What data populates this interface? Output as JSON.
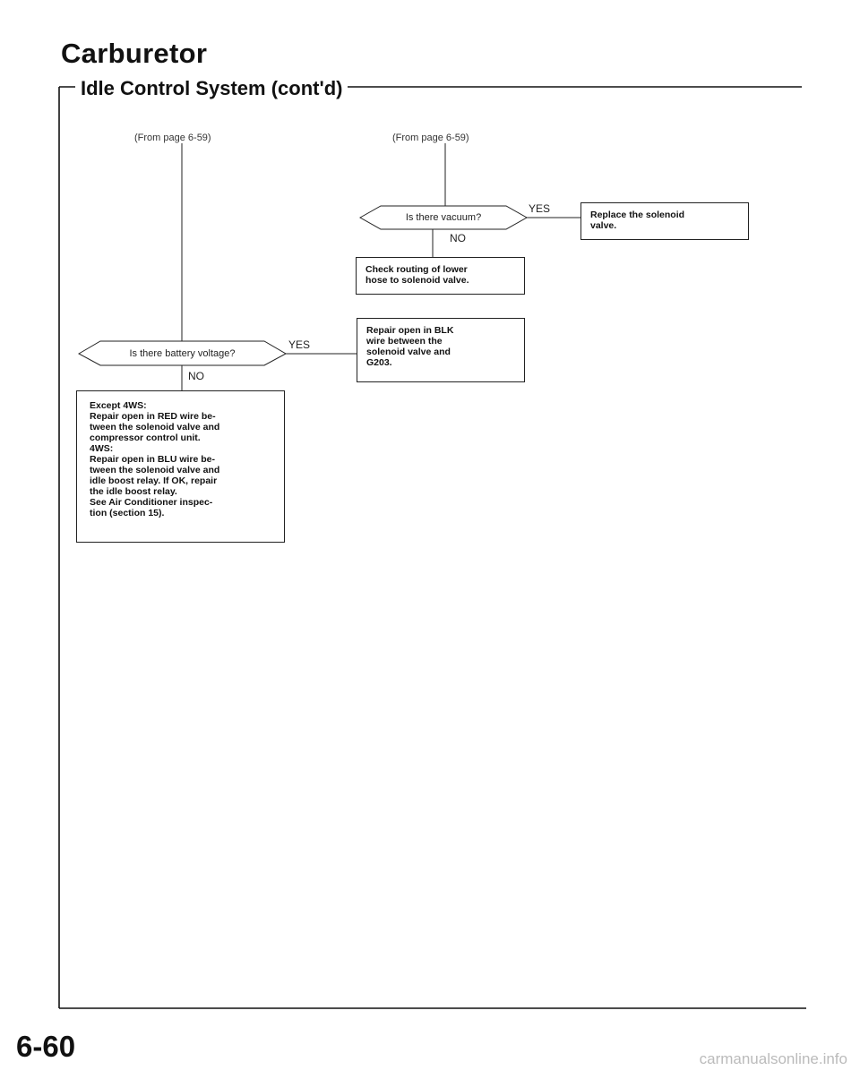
{
  "header": {
    "title": "Carburetor",
    "section": "Idle Control System (cont'd)"
  },
  "flow": {
    "from_left": "(From page 6-59)",
    "from_right": "(From page 6-59)",
    "decision_vacuum": "Is there vacuum?",
    "decision_vacuum_yes": "YES",
    "decision_vacuum_no": "NO",
    "box_replace": [
      "Replace the solenoid",
      "valve."
    ],
    "box_check_routing": [
      "Check routing of lower",
      "hose to solenoid valve."
    ],
    "box_repair_blk": [
      "Repair open in BLK",
      "wire between the",
      "solenoid valve and",
      "G203."
    ],
    "decision_voltage": "Is there battery voltage?",
    "decision_voltage_yes": "YES",
    "decision_voltage_no": "NO",
    "box_except_4ws": [
      "Except 4WS:",
      "Repair open in RED wire be-",
      "tween the solenoid valve and",
      "compressor control unit.",
      "4WS:",
      "Repair open in BLU wire be-",
      "tween the solenoid valve and",
      "idle boost relay. If OK, repair",
      "the idle boost relay.",
      "See Air Conditioner inspec-",
      "tion (section 15)."
    ]
  },
  "footer": {
    "page_number": "6-60",
    "watermark": "carmanualsonline.info"
  }
}
